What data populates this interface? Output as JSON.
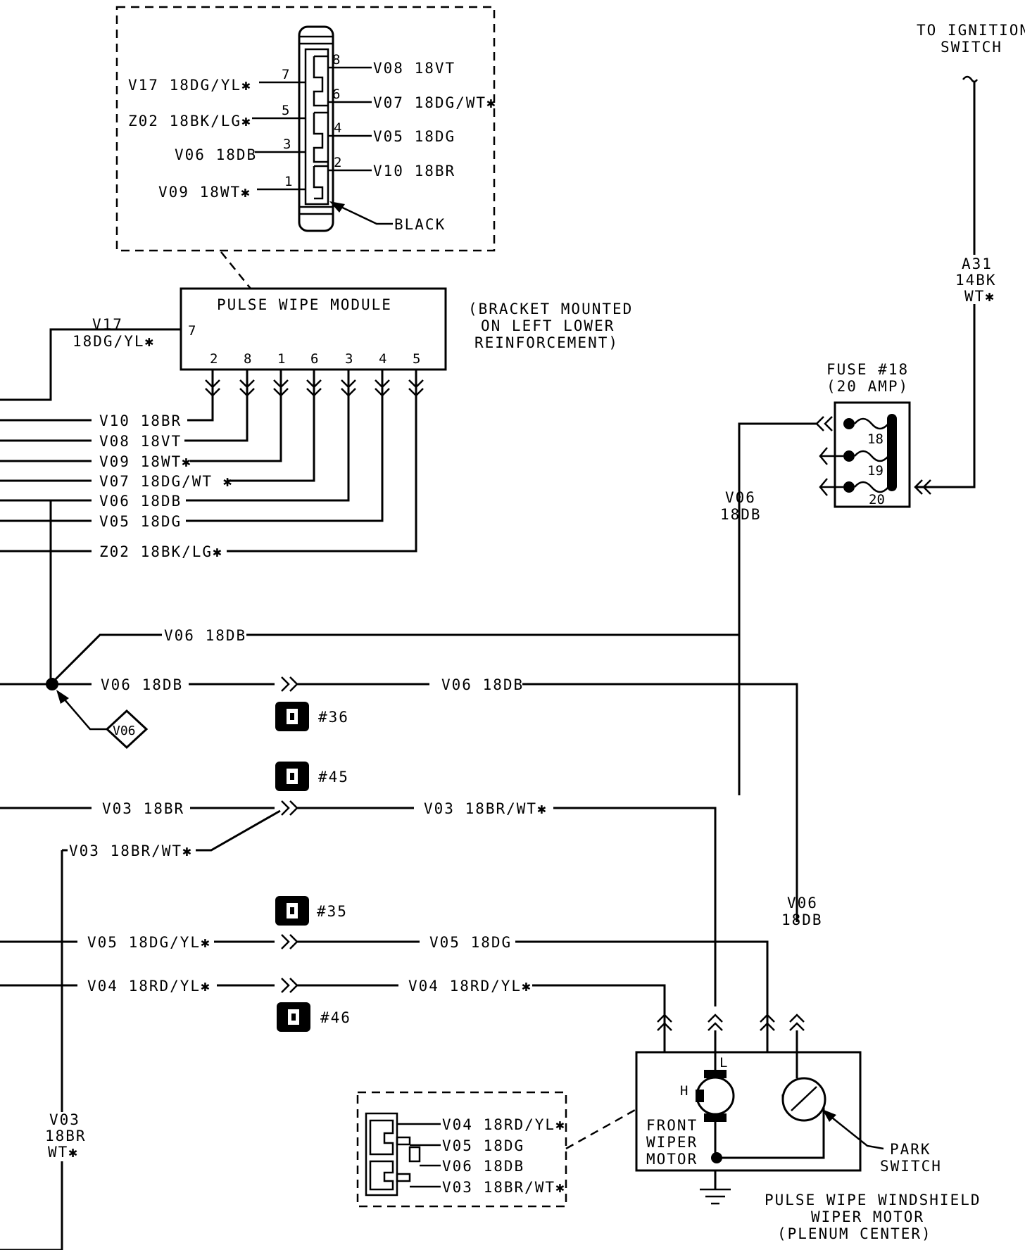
{
  "connector_detail": {
    "left_wires": [
      {
        "pin": "7",
        "label": "V17 18DG/YL✱"
      },
      {
        "pin": "5",
        "label": "Z02 18BK/LG✱"
      },
      {
        "pin": "3",
        "label": "V06 18DB"
      },
      {
        "pin": "1",
        "label": "V09 18WT✱"
      }
    ],
    "right_wires": [
      {
        "pin": "8",
        "label": "V08 18VT"
      },
      {
        "pin": "6",
        "label": "V07 18DG/WT✱"
      },
      {
        "pin": "4",
        "label": "V05 18DG"
      },
      {
        "pin": "2",
        "label": "V10 18BR"
      }
    ],
    "color_note": "BLACK"
  },
  "module": {
    "title": "PULSE WIPE MODULE",
    "mount_note": [
      "(BRACKET MOUNTED",
      "ON LEFT LOWER",
      "REINFORCEMENT)"
    ],
    "pin7_label": "7",
    "pins": [
      "2",
      "8",
      "1",
      "6",
      "3",
      "4",
      "5"
    ],
    "v17_label": [
      "V17",
      "18DG/YL✱"
    ]
  },
  "module_wires": [
    "V10 18BR",
    "V08 18VT",
    "V09 18WT✱",
    "V07 18DG/WT ✱",
    "V06 18DB",
    "V05 18DG",
    "Z02 18BK/LG✱"
  ],
  "ignition": {
    "label": [
      "TO IGNITION",
      "SWITCH"
    ],
    "wire": [
      "A31",
      "14BK",
      "WT✱"
    ]
  },
  "fuse": {
    "label": [
      "FUSE #18",
      "(20 AMP)"
    ],
    "numbers": [
      "18",
      "19",
      "20"
    ]
  },
  "wires": {
    "v06_fuse_vertical": [
      "V06",
      "18DB"
    ],
    "v06_upper": "V06 18DB",
    "v06_mid_left": "V06 18DB",
    "v06_mid_right": "V06 18DB",
    "v06_splice_badge": "V06",
    "v03_left": "V03 18BR",
    "v03_right": "V03 18BR/WT✱",
    "v03_branch": "V03 18BR/WT✱",
    "v03_vertical": [
      "V03",
      "18BR",
      "WT✱"
    ],
    "v05_left": "V05 18DG/YL✱",
    "v05_right": "V05 18DG",
    "v04_left": "V04 18RD/YL✱",
    "v04_right": "V04 18RD/YL✱",
    "v06_motor_vertical": [
      "V06",
      "18DB"
    ]
  },
  "connectors": {
    "c36": "#36",
    "c45": "#45",
    "c35": "#35",
    "c46": "#46"
  },
  "motor_connector_detail": [
    "V04 18RD/YL✱",
    "V05 18DG",
    "V06 18DB",
    "V03 18BR/WT✱"
  ],
  "motor": {
    "h_label": "H",
    "l_label": "L",
    "name": [
      "FRONT",
      "WIPER",
      "MOTOR"
    ],
    "park_switch": [
      "PARK",
      "SWITCH"
    ],
    "caption": [
      "PULSE WIPE WINDSHIELD",
      "WIPER MOTOR",
      "(PLENUM CENTER)"
    ]
  }
}
